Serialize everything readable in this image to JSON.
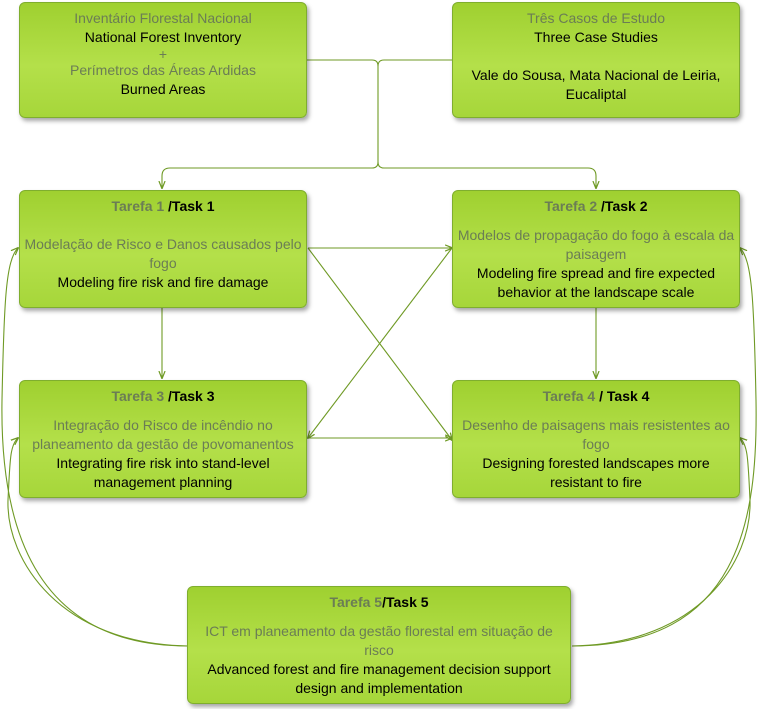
{
  "boxes": {
    "inventory": {
      "pt_line1": "Inventário Florestal Nacional",
      "en_line1": "National Forest Inventory",
      "plus": "+",
      "pt_line2": "Perímetros das Áreas Ardidas",
      "en_line2": "Burned Areas"
    },
    "cases": {
      "pt": "Três Casos de Estudo",
      "en": "Three Case Studies",
      "sites": "Vale do Sousa, Mata Nacional de Leiria, Eucaliptal"
    },
    "task1": {
      "title_pt": "Tarefa 1 ",
      "title_en": "/Task 1",
      "pt": "Modelação de Risco e Danos causados pelo fogo",
      "en": "Modeling fire risk and fire damage"
    },
    "task2": {
      "title_pt": "Tarefa 2 ",
      "title_en": "/Task 2",
      "pt": "Modelos de propagação do fogo à escala da paisagem",
      "en": "Modeling fire spread and fire expected behavior at the landscape scale"
    },
    "task3": {
      "title_pt": "Tarefa 3 ",
      "title_en": "/Task 3",
      "pt": "Integração do Risco de incêndio no planeamento da gestão de povomanentos",
      "en": "Integrating fire risk into stand-level management planning"
    },
    "task4": {
      "title_pt": "Tarefa 4 ",
      "title_en": "/ Task 4",
      "pt": "Desenho de paisagens mais resistentes ao fogo",
      "en": "Designing forested landscapes more resistant to fire"
    },
    "task5": {
      "title_pt": "Tarefa 5",
      "title_en": "/Task 5",
      "pt": "ICT em planeamento da gestão florestal em situação de risco",
      "en": "Advanced forest and fire management decision support design and implementation"
    }
  },
  "colors": {
    "box_fill": "#a6d63a",
    "box_border": "#7fae2e",
    "connector": "#6f9a25",
    "portuguese_text": "#6b7d55",
    "english_text": "#000000"
  }
}
